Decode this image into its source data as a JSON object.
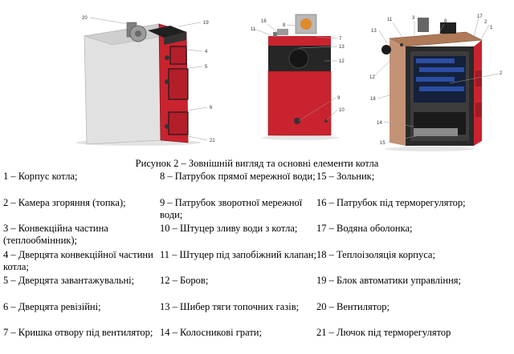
{
  "figure": {
    "callouts": {
      "left": [
        "20",
        "19",
        "4",
        "5",
        "6",
        "21"
      ],
      "middle": [
        "16",
        "11",
        "8",
        "7",
        "13",
        "12",
        "9",
        "10"
      ],
      "right": [
        "11",
        "3",
        "8",
        "17",
        "2",
        "1",
        "13",
        "12",
        "18",
        "14",
        "15",
        "2"
      ]
    }
  },
  "caption": "Рисунок 2 – Зовнішній вигляд та основні елементи котла",
  "legend": {
    "rows": [
      [
        "1 – Корпус котла;",
        "8 – Патрубок прямої мережної води;",
        "15 – Зольник;"
      ],
      [
        "2 – Камера згоряння (топка);",
        "9 – Патрубок зворотної мережної води;",
        "16 – Патрубок під терморегулятор;"
      ],
      [
        "3 – Конвекційна частина (теплообмінник);",
        "10 – Штуцер зливу води з котла;",
        "17 – Водяна оболонка;"
      ],
      [
        "4 – Дверцята конвекційної частини котла;",
        "11 – Штуцер під запобіжний клапан;",
        "18 – Теплоізоляція корпуса;"
      ],
      [
        "5 – Дверцята завантажувальні;",
        "12 – Боров;",
        "19 – Блок автоматики управління;"
      ],
      [
        "6 – Дверцята ревізійні;",
        "13 – Шибер тяги топочних газів;",
        "20 – Вентилятор;"
      ],
      [
        "7 – Кришка отвору під вентилятор;",
        "14 – Колосникові грати;",
        "21 – Лючок під терморегулятор"
      ]
    ]
  }
}
